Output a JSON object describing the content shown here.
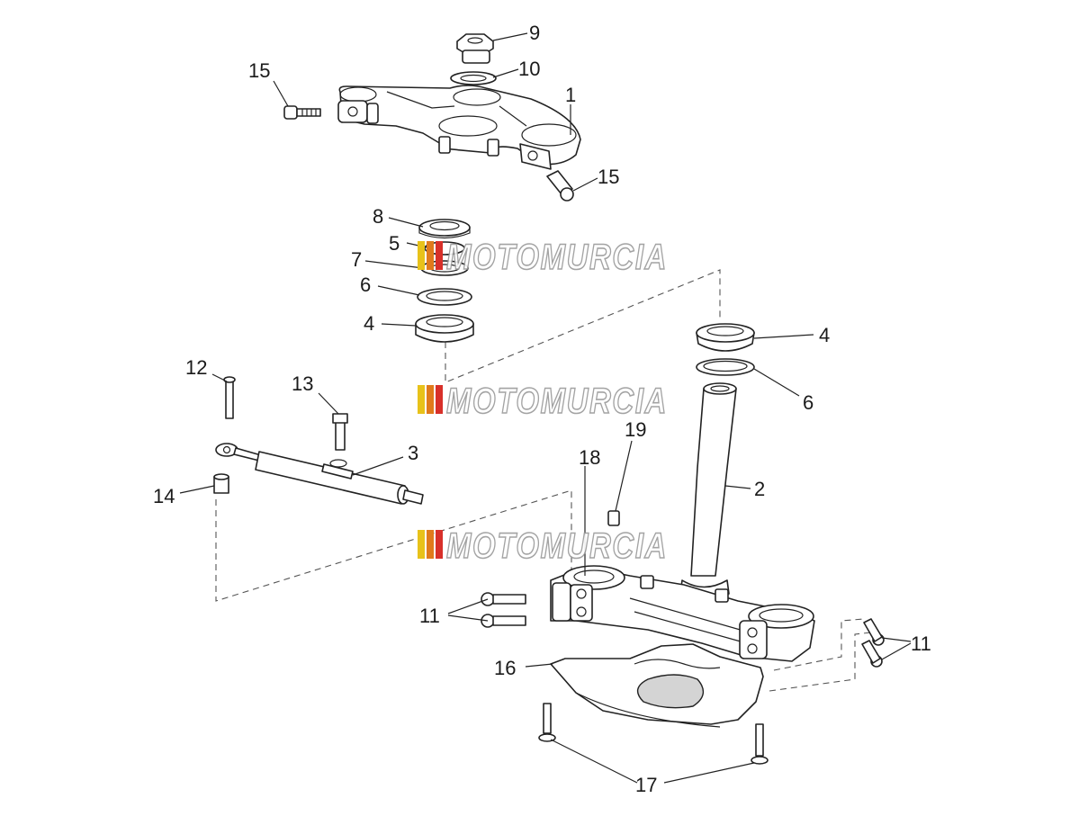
{
  "callouts": {
    "c1": "1",
    "c2": "2",
    "c3": "3",
    "c4a": "4",
    "c4b": "4",
    "c5": "5",
    "c6a": "6",
    "c6b": "6",
    "c7": "7",
    "c8": "8",
    "c9": "9",
    "c10": "10",
    "c11a": "11",
    "c11b": "11",
    "c12": "12",
    "c13": "13",
    "c14": "14",
    "c15a": "15",
    "c15b": "15",
    "c16": "16",
    "c17": "17",
    "c18": "18",
    "c19": "19"
  },
  "watermark": {
    "text": "MOTOMURCIA",
    "stripe_colors": [
      "#e8c21a",
      "#e07a1c",
      "#d8302a"
    ]
  }
}
